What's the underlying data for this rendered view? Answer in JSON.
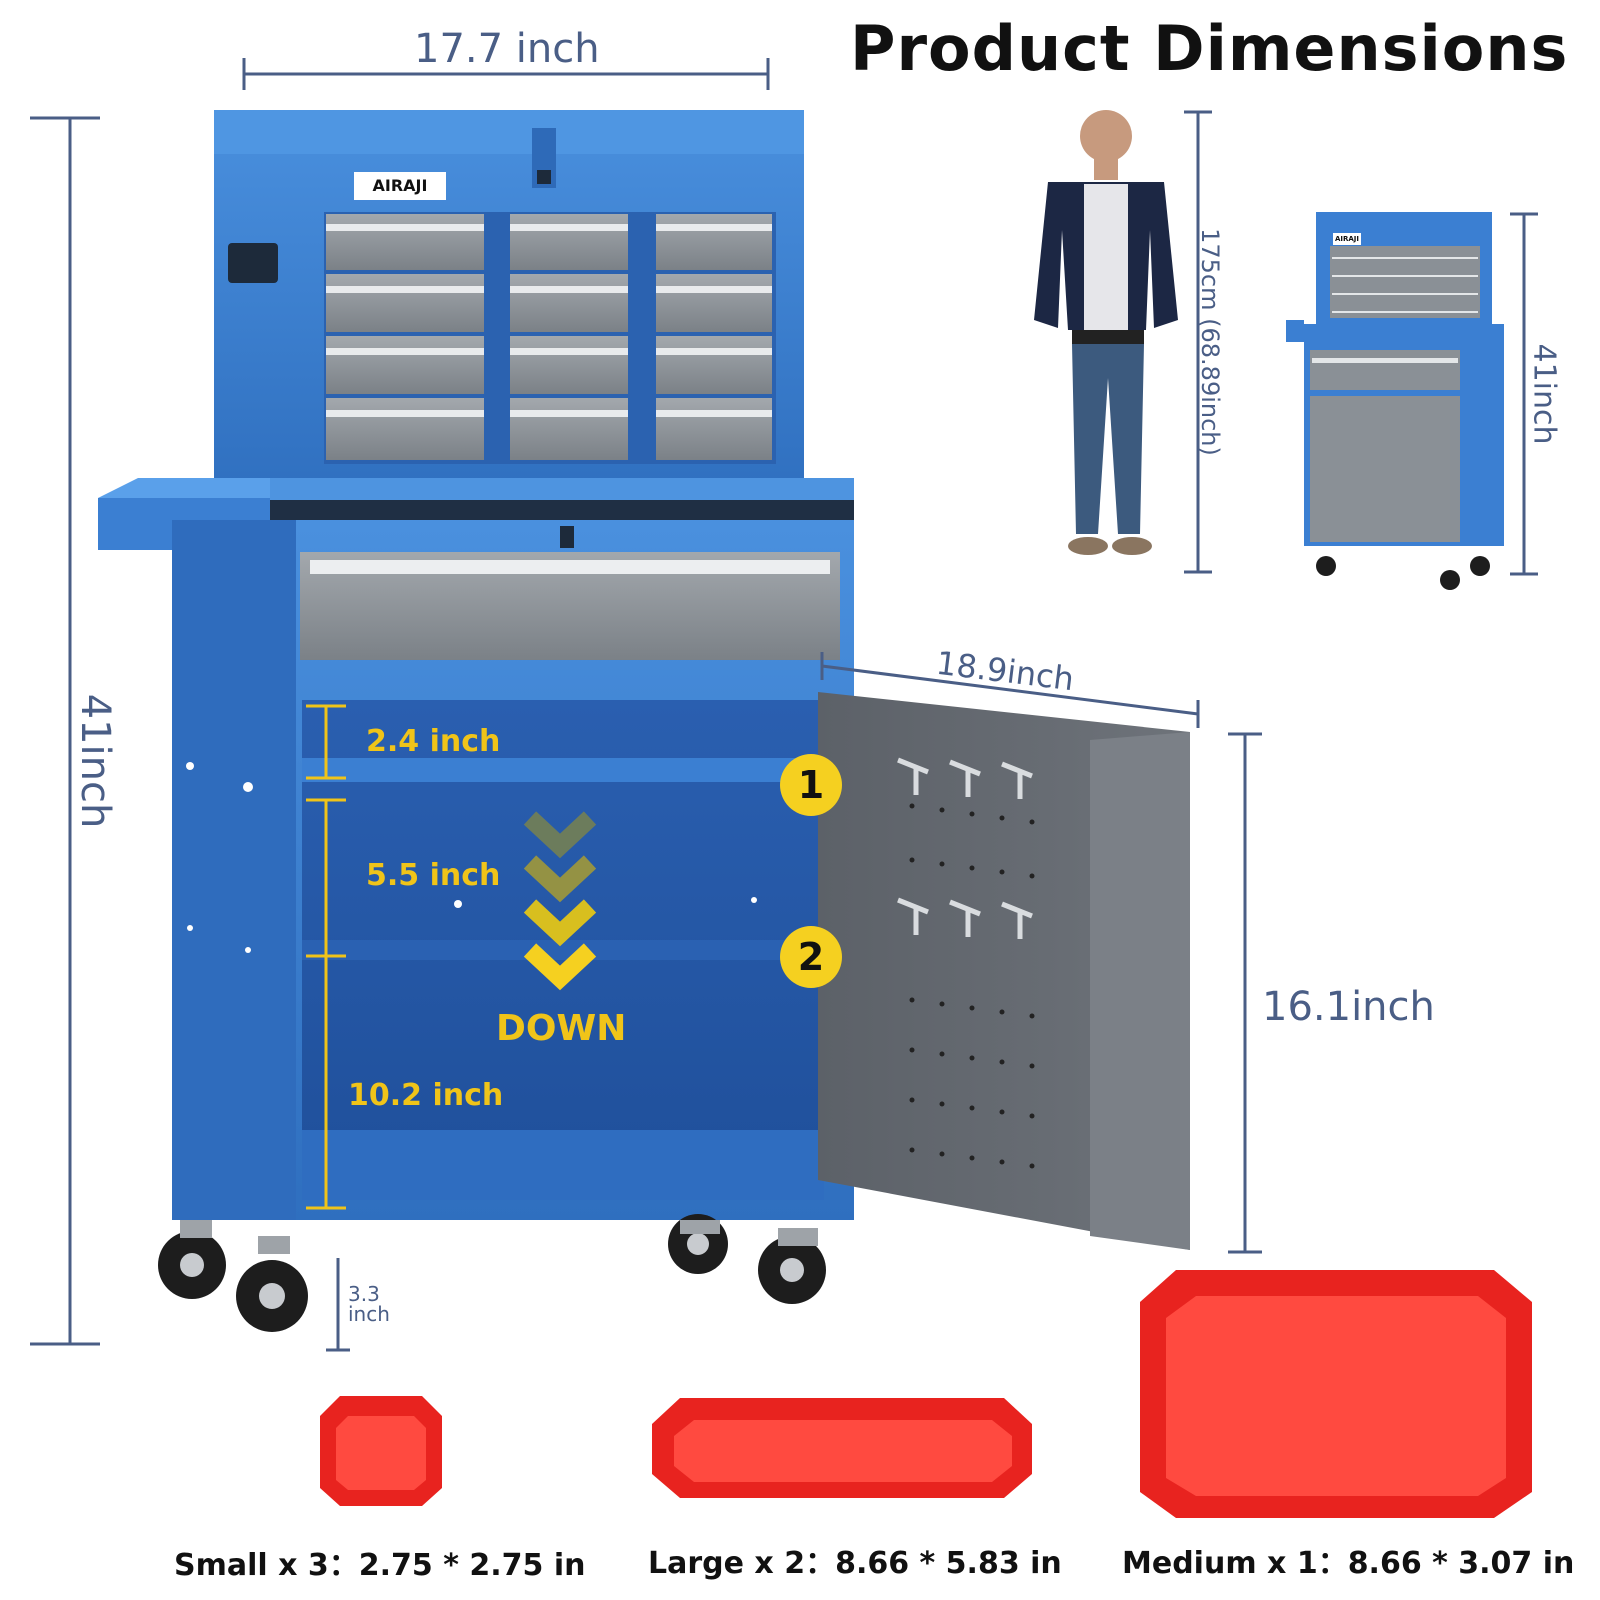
{
  "title": "Product Dimensions",
  "brand": "AIRAJI",
  "dimensions": {
    "top_width": "17.7 inch",
    "height_left": "41inch",
    "depth": "18.9inch",
    "door_height": "16.1inch",
    "wheel_height_value": "3.3",
    "wheel_height_unit": "inch",
    "person_height": "175cm (68.89inch)",
    "small_model_height": "41inch"
  },
  "interior": {
    "shelf_top": "2.4 inch",
    "shelf_mid": "5.5 inch",
    "shelf_bottom": "10.2 inch",
    "arrow_label": "DOWN",
    "positions": [
      "1",
      "2"
    ]
  },
  "trays": [
    {
      "label": "Small x 3：2.75 * 2.75 in"
    },
    {
      "label": "Large x 2：8.66 * 5.83 in"
    },
    {
      "label": "Medium x 1：8.66 * 3.07 in"
    }
  ],
  "colors": {
    "cabinet_blue": "#3a7fd0",
    "drawer_gray": "#8a9096",
    "tray_red": "#e8231f",
    "dimension_text": "#4a5e86",
    "accent_yellow": "#f0c419"
  }
}
